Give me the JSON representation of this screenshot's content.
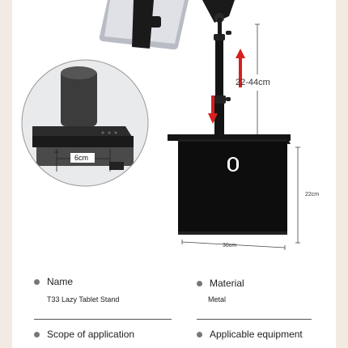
{
  "dimensions": {
    "height_range": "22-44cm",
    "base_width": "6cm",
    "tray_height": "22cm",
    "tray_width": "30cm"
  },
  "specs": [
    {
      "title": "Name",
      "value": "T33 Lazy Tablet Stand"
    },
    {
      "title": "Material",
      "value": "Metal"
    },
    {
      "title": "Scope of application",
      "value": ""
    },
    {
      "title": "Applicable equipment",
      "value": ""
    }
  ],
  "colors": {
    "accent_arrow": "#d81e1e",
    "product_black": "#111111",
    "background": "#f3ebe3"
  }
}
